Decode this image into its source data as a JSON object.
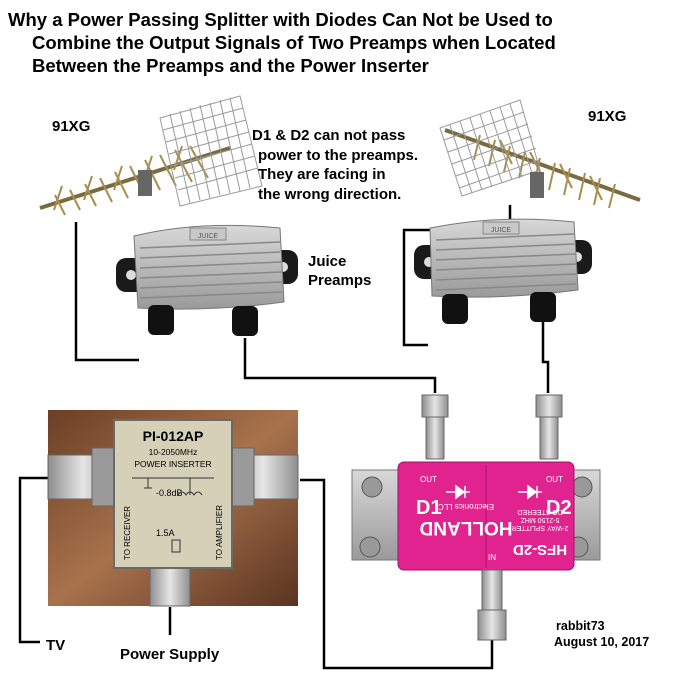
{
  "title": {
    "line1": "Why a Power Passing Splitter with Diodes Can Not be Used to",
    "line2": "Combine the Output Signals of Two Preamps when Located",
    "line3": "Between the Preamps and the Power Inserter"
  },
  "antennas": {
    "left_label": "91XG",
    "right_label": "91XG"
  },
  "note": {
    "line1": "D1 & D2 can not pass",
    "line2": "power to the preamps.",
    "line3": "They are facing in",
    "line4": "the wrong direction."
  },
  "preamps": {
    "label_line1": "Juice",
    "label_line2": "Preamps",
    "brand": "JUICE"
  },
  "power_inserter": {
    "model": "PI-012AP",
    "freq": "10-2050MHz",
    "name": "POWER INSERTER",
    "loss": "-0.8dB",
    "current": "1.5A",
    "to_receiver": "TO RECEIVER",
    "to_amplifier": "TO AMPLIFIER"
  },
  "splitter": {
    "d1": "D1",
    "d2": "D2",
    "out1": "OUT",
    "out2": "OUT",
    "brand": "HOLLAND",
    "maker": "Electronics LLC",
    "model": "HFS-2D",
    "type": "2-WAY SPLITTER",
    "freq": "5-2150 MHZ",
    "power": "DC STEERED",
    "in": "IN"
  },
  "labels": {
    "tv": "TV",
    "power_supply": "Power Supply"
  },
  "credit": {
    "author": "rabbit73",
    "date": "August 10, 2017"
  },
  "colors": {
    "splitter_pink": "#e0238f",
    "inserter_bg": "#8a5a3a",
    "metal": "#b9b9b9"
  }
}
